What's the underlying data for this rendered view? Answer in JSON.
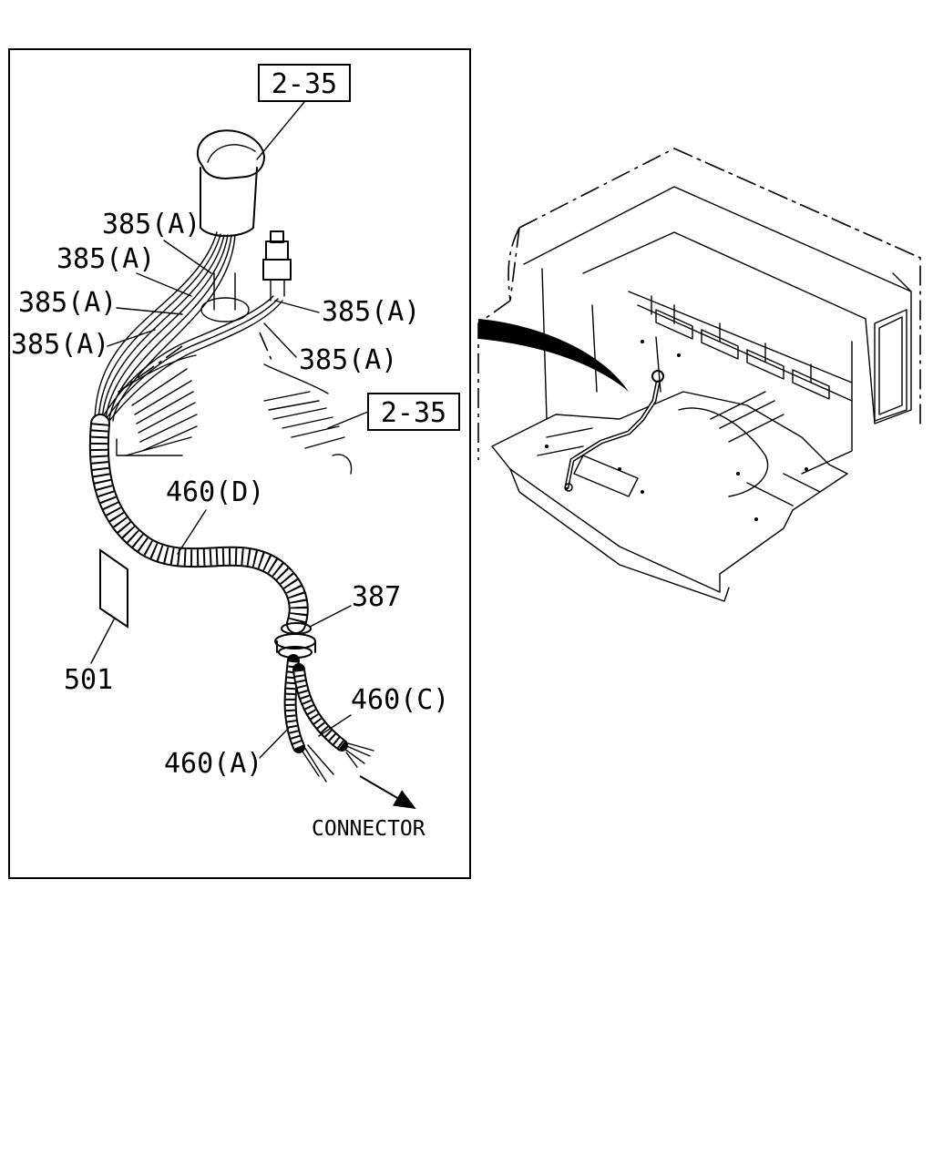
{
  "callouts": {
    "ref_top": "2-35",
    "ref_right": "2-35",
    "wire_1": "385(A)",
    "wire_2": "385(A)",
    "wire_3": "385(A)",
    "wire_4": "385(A)",
    "wire_5": "385(A)",
    "wire_6": "385(A)",
    "tube_d": "460(D)",
    "grommet": "387",
    "label_part": "501",
    "tube_c": "460(C)",
    "tube_a": "460(A)",
    "connector": "CONNECTOR"
  }
}
